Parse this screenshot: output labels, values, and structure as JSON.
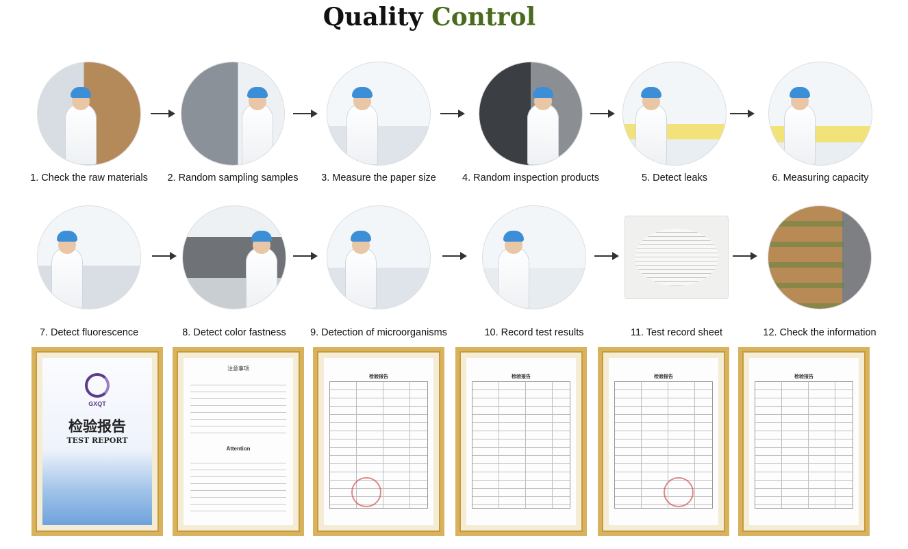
{
  "title": {
    "main": "Quality",
    "accent": "Control"
  },
  "steps": [
    {
      "label": "1. Check the raw materials"
    },
    {
      "label": "2. Random sampling samples"
    },
    {
      "label": "3. Measure the paper size"
    },
    {
      "label": "4. Random inspection products"
    },
    {
      "label": "5. Detect leaks"
    },
    {
      "label": "6. Measuring capacity"
    },
    {
      "label": "7. Detect fluorescence"
    },
    {
      "label": "8. Detect color fastness"
    },
    {
      "label": "9. Detection of microorganisms"
    },
    {
      "label": "10. Record test results"
    },
    {
      "label": "11. Test record sheet"
    },
    {
      "label": "12. Check the information"
    }
  ],
  "documents": {
    "cover_logo": "GXQT",
    "cover_cn": "检验报告",
    "cover_en": "TEST REPORT",
    "notice_title": "注意事项",
    "attention": "Attention",
    "report_head": "检验报告"
  },
  "colors": {
    "accent": "#4a6b1e",
    "frame": "#d8b25c",
    "cap": "#3c8fd6"
  }
}
